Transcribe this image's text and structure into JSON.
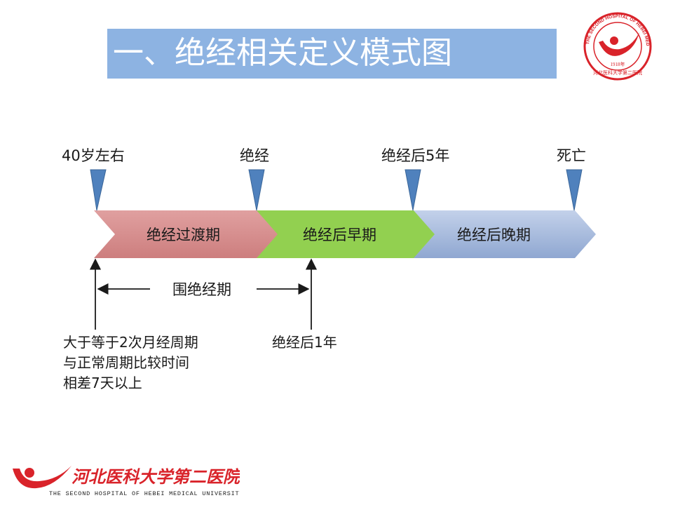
{
  "slide": {
    "title": "一、绝经相关定义模式图"
  },
  "logo": {
    "seal_ring_text": "THE SECOND HOSPITAL OF HEBEI MEDICAL UNIVERSITY",
    "seal_year": "1918年",
    "footer_cn": "河北医科大学第二医院",
    "footer_en": "THE SECOND HOSPITAL OF HEBEI MEDICAL UNIVERSITY",
    "brand_red": "#d9232a"
  },
  "timeline": {
    "markers": [
      "40岁左右",
      "绝经",
      "绝经后5年",
      "死亡"
    ],
    "phases": [
      "绝经过渡期",
      "绝经后早期",
      "绝经后晚期"
    ],
    "phase_colors": [
      "#d98c8c",
      "#92d050",
      "#a9bfe0"
    ],
    "marker_color": "#4f81bd",
    "perimenopause_label": "围绝经期",
    "start_note": [
      "大于等于2次月经周期",
      "与正常周期比较时间",
      "相差7天以上"
    ],
    "end_note": "绝经后1年"
  }
}
